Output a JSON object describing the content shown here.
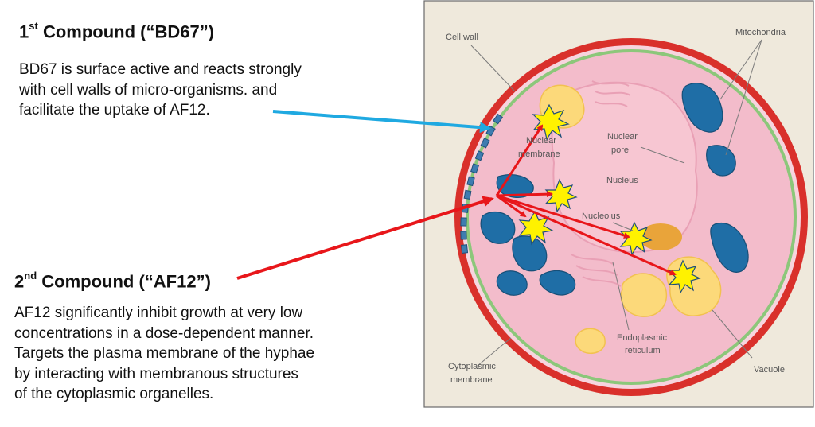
{
  "compound1": {
    "sup": "st",
    "num": "1",
    "title": "Compound (“BD67”)",
    "lines": [
      "BD67 is surface active and reacts strongly",
      "with cell walls of micro-organisms. and",
      "facilitate the uptake of AF12."
    ]
  },
  "compound2": {
    "sup": "nd",
    "num": "2",
    "title": "Compound (“AF12”)",
    "lines": [
      "AF12 significantly inhibit growth  at very low",
      "concentrations in a dose-dependent manner.",
      "Targets the plasma membrane of the hyphae",
      "by interacting with  membranous structures",
      "of the cytoplasmic organelles."
    ]
  },
  "diagram_labels": {
    "cell_wall": "Cell wall",
    "mitochondria": "Mitochondria",
    "nuclear_membrane_1": "Nuclear",
    "nuclear_membrane_2": "membrane",
    "nuclear_pore_1": "Nuclear",
    "nuclear_pore_2": "pore",
    "nucleus": "Nucleus",
    "nucleolus": "Nucleolus",
    "er_1": "Endoplasmic",
    "er_2": "reticulum",
    "cytoplasmic_membrane_1": "Cytoplasmic",
    "cytoplasmic_membrane_2": "membrane",
    "vacuole": "Vacuole"
  },
  "colors": {
    "blue_arrow": "#1fa9e1",
    "red_arrow": "#e8161a",
    "cell_wall": "#d9302b",
    "membrane": "#8cc77a",
    "cytoplasm": "#f3bccb",
    "mitochondria": "#1f6ea6",
    "vacuole": "#fcd97a",
    "starburst": "#fff200"
  }
}
